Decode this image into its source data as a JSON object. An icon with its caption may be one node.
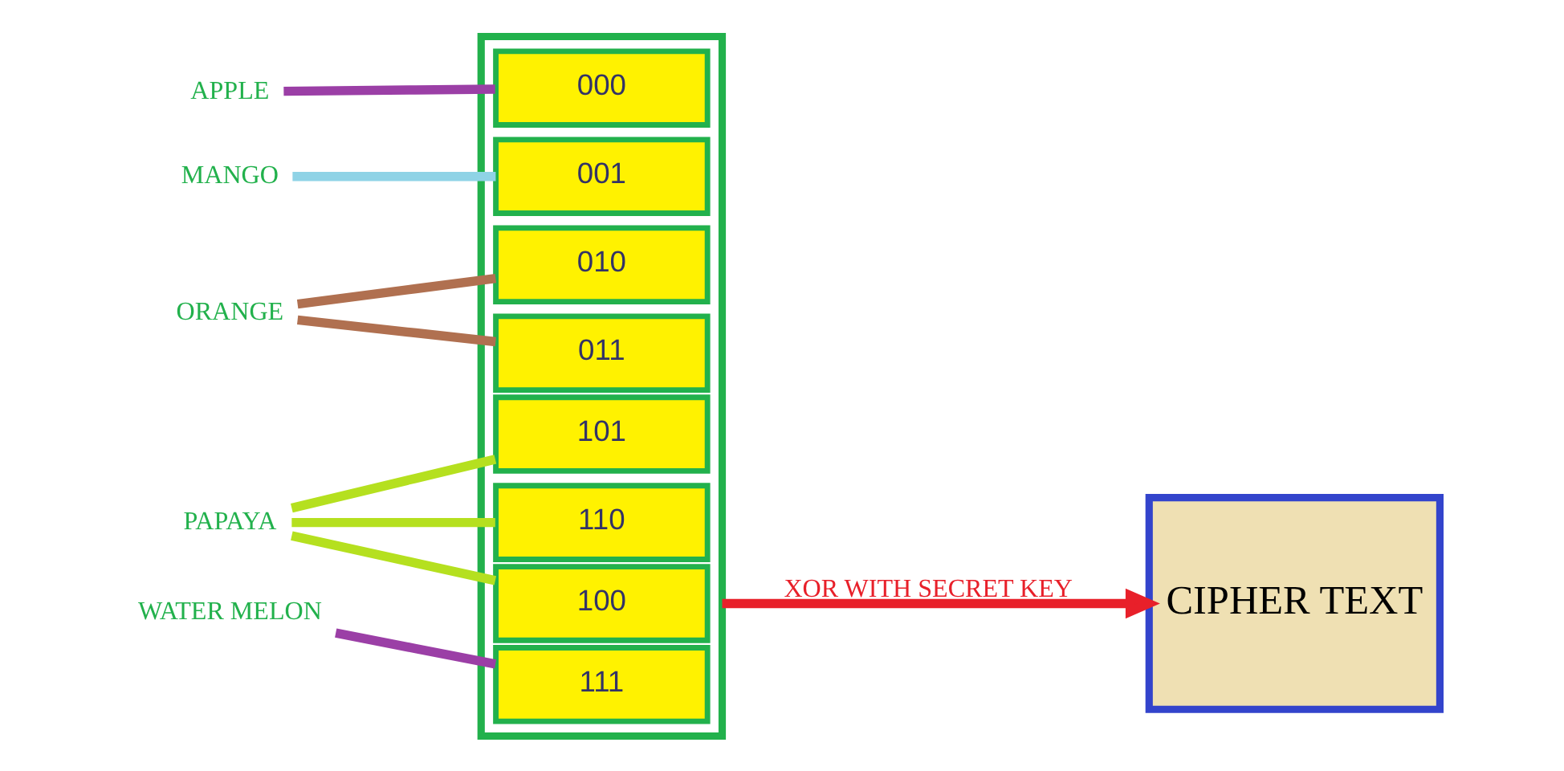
{
  "diagram": {
    "nodes": [
      {
        "text": [
          "APPLE"
        ]
      },
      {
        "text": [
          "MANGO"
        ]
      },
      {
        "text": [
          "ORANGE"
        ]
      },
      {
        "text": [
          "PAPAYA"
        ]
      },
      {
        "text": [
          "WATER MELON"
        ]
      },
      {
        "text": [],
        "shape": "box"
      },
      {
        "text": [
          "000"
        ],
        "in": 5
      },
      {
        "text": [
          "001"
        ],
        "in": 5
      },
      {
        "text": [
          "010"
        ],
        "in": 5
      },
      {
        "text": [
          "011"
        ],
        "in": 5
      },
      {
        "text": [
          "100"
        ],
        "in": 5
      },
      {
        "text": [
          "101"
        ],
        "in": 5
      },
      {
        "text": [
          "110"
        ],
        "in": 5
      },
      {
        "text": [
          "111"
        ],
        "in": 5
      },
      {
        "text": [
          "CIPHER TEXT"
        ]
      }
    ],
    "edges": [
      {
        "from": 0,
        "to": 6,
        "arrow": "none",
        "color": "#9b3fa6"
      },
      {
        "from": 1,
        "to": 7,
        "arrow": "none",
        "color": "#8fd3e6"
      },
      {
        "from": 2,
        "to": 8,
        "arrow": "none",
        "color": "#b07050"
      },
      {
        "from": 2,
        "to": 9,
        "arrow": "none",
        "color": "#b07050"
      },
      {
        "from": 3,
        "to": 10,
        "arrow": "none",
        "color": "#b5e01f"
      },
      {
        "from": 3,
        "to": 11,
        "arrow": "none",
        "color": "#b5e01f"
      },
      {
        "from": 3,
        "to": 12,
        "arrow": "none",
        "color": "#b5e01f"
      },
      {
        "from": 4,
        "to": 13,
        "arrow": "none",
        "color": "#9b3fa6"
      },
      {
        "from": 5,
        "to": 14,
        "arrow": "to",
        "label": "XOR WITH SECRET KEY",
        "color": "#e8202a"
      }
    ]
  }
}
